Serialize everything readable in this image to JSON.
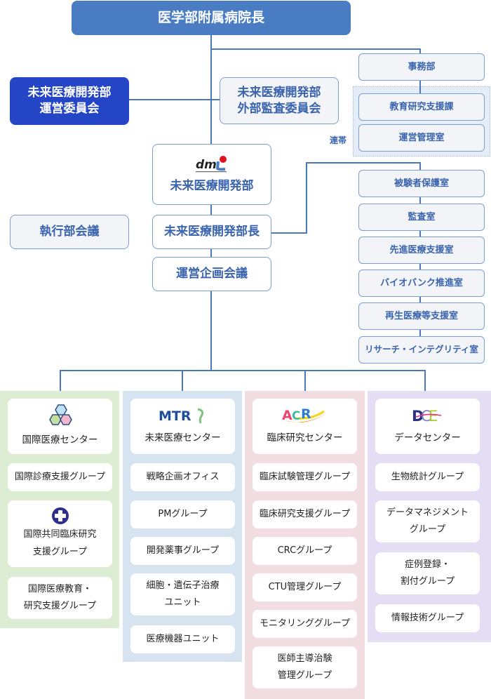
{
  "top": {
    "director": "医学部附属病院長",
    "steering_committee": [
      "未来医療開発部",
      "運営委員会"
    ],
    "external_audit": [
      "未来医療開発部",
      "外部監査委員会"
    ],
    "executive_meeting": "執行部会議",
    "dept": {
      "logo": "dmi-logo",
      "name": "未来医療開発部"
    },
    "dept_head": "未来医療開発部長",
    "planning_meeting": "運営企画会議",
    "liaison_label": "連帯"
  },
  "admin": {
    "office": "事務部",
    "linked": [
      "教育研究支援課",
      "運営管理室"
    ]
  },
  "offices": [
    "被験者保護室",
    "監査室",
    "先進医療支援室",
    "バイオバンク推進室",
    "再生医療等支援室",
    "リサーチ・インテグリティ室"
  ],
  "centers": [
    {
      "name": "国際医療センター",
      "logo": "hexagon-logo-icon",
      "bg": "#dcedd3",
      "groups": [
        {
          "lines": [
            "国際診療支援グループ"
          ]
        },
        {
          "lines": [
            "国際共同臨床研究",
            "支援グループ"
          ],
          "icon": "cross-globe-icon"
        },
        {
          "lines": [
            "国際医療教育・",
            "研究支援グループ"
          ]
        }
      ]
    },
    {
      "name": "未来医療センター",
      "logo": "mtr-logo",
      "logo_text": "MTR",
      "bg": "#d6e4f1",
      "groups": [
        {
          "lines": [
            "戦略企画オフィス"
          ]
        },
        {
          "lines": [
            "PMグループ"
          ]
        },
        {
          "lines": [
            "開発薬事グループ"
          ]
        },
        {
          "lines": [
            "細胞・遺伝子治療",
            "ユニット"
          ]
        },
        {
          "lines": [
            "医療機器ユニット"
          ]
        }
      ]
    },
    {
      "name": "臨床研究センター",
      "logo": "acr-logo",
      "logo_text": "ACR",
      "bg": "#f1dde2",
      "groups": [
        {
          "lines": [
            "臨床試験管理グループ"
          ]
        },
        {
          "lines": [
            "臨床研究支援グループ"
          ]
        },
        {
          "lines": [
            "CRCグループ"
          ]
        },
        {
          "lines": [
            "CTU管理グループ"
          ]
        },
        {
          "lines": [
            "モニタリンググループ"
          ]
        },
        {
          "lines": [
            "医師主導治験",
            "管理グループ"
          ]
        }
      ]
    },
    {
      "name": "データセンター",
      "logo": "dce-logo",
      "logo_text": "DCE",
      "bg": "#e5ddf3",
      "groups": [
        {
          "lines": [
            "生物統計グループ"
          ]
        },
        {
          "lines": [
            "データマネジメント",
            "グループ"
          ]
        },
        {
          "lines": [
            "症例登録・",
            "割付グループ"
          ]
        },
        {
          "lines": [
            "情報技術グループ"
          ]
        }
      ]
    }
  ],
  "colors": {
    "line": "#4a78be",
    "director_bg": "#4a7cc4",
    "committee_bg": "#2445c6",
    "text_blue": "#3a64ad"
  }
}
